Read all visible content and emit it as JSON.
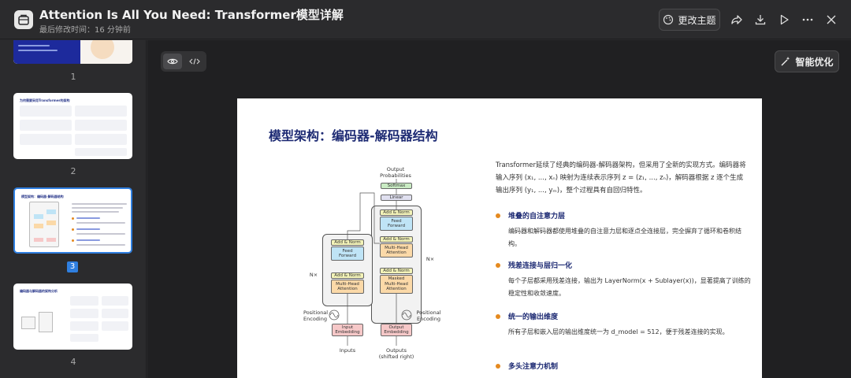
{
  "header": {
    "title": "Attention Is All You Need: Transformer模型详解",
    "subtitle": "最后修改时间：16 分钟前",
    "theme_label": "更改主题"
  },
  "sidebar": {
    "thumbnails": [
      {
        "number": "1",
        "title": ""
      },
      {
        "number": "2",
        "title": "为何需要采用Transformer的架构"
      },
      {
        "number": "3",
        "title": "模型架构：编码器-解码器结构"
      },
      {
        "number": "4",
        "title": "编码器与解码器的架构分析"
      }
    ],
    "active_index": 3
  },
  "toolbar": {
    "smart_label": "智能优化"
  },
  "slide": {
    "title": "模型架构：编码器-解码器结构",
    "intro": "Transformer延续了经典的编码器-解码器架构，但采用了全新的实现方式。编码器将输入序列 (x₁, ..., xₙ) 映射为连续表示序列 z = (z₁, ..., zₙ)，解码器根据 z 逐个生成输出序列 (y₁, ..., yₘ)，整个过程具有自回归特性。",
    "bullets": [
      {
        "heading": "堆叠的自注意力层",
        "body": "编码器和解码器都使用堆叠的自注意力层和逐点全连接层，完全摒弃了循环和卷积结构。"
      },
      {
        "heading": "残差连接与层归一化",
        "body": "每个子层都采用残差连接，输出为 LayerNorm(x + Sublayer(x))，显著提高了训练的稳定性和收敛速度。"
      },
      {
        "heading": "统一的输出维度",
        "body": "所有子层和嵌入层的输出维度统一为 d_model = 512，便于残差连接的实现。"
      },
      {
        "heading": "多头注意力机制",
        "body": ""
      }
    ],
    "diagram": {
      "output_probabilities": "Output\nProbabilities",
      "softmax": "Softmax",
      "linear": "Linear",
      "add_norm": "Add & Norm",
      "feed_forward": "Feed\nForward",
      "multi_head": "Multi-Head\nAttention",
      "masked_multi_head": "Masked\nMulti-Head\nAttention",
      "nx": "N×",
      "positional_encoding": "Positional\nEncoding",
      "input_embedding": "Input\nEmbedding",
      "output_embedding": "Output\nEmbedding",
      "inputs": "Inputs",
      "outputs": "Outputs\n(shifted right)"
    }
  },
  "colors": {
    "accent": "#2f7fe0",
    "slide_title": "#1d2a73",
    "bullet": "#e58a1f"
  }
}
